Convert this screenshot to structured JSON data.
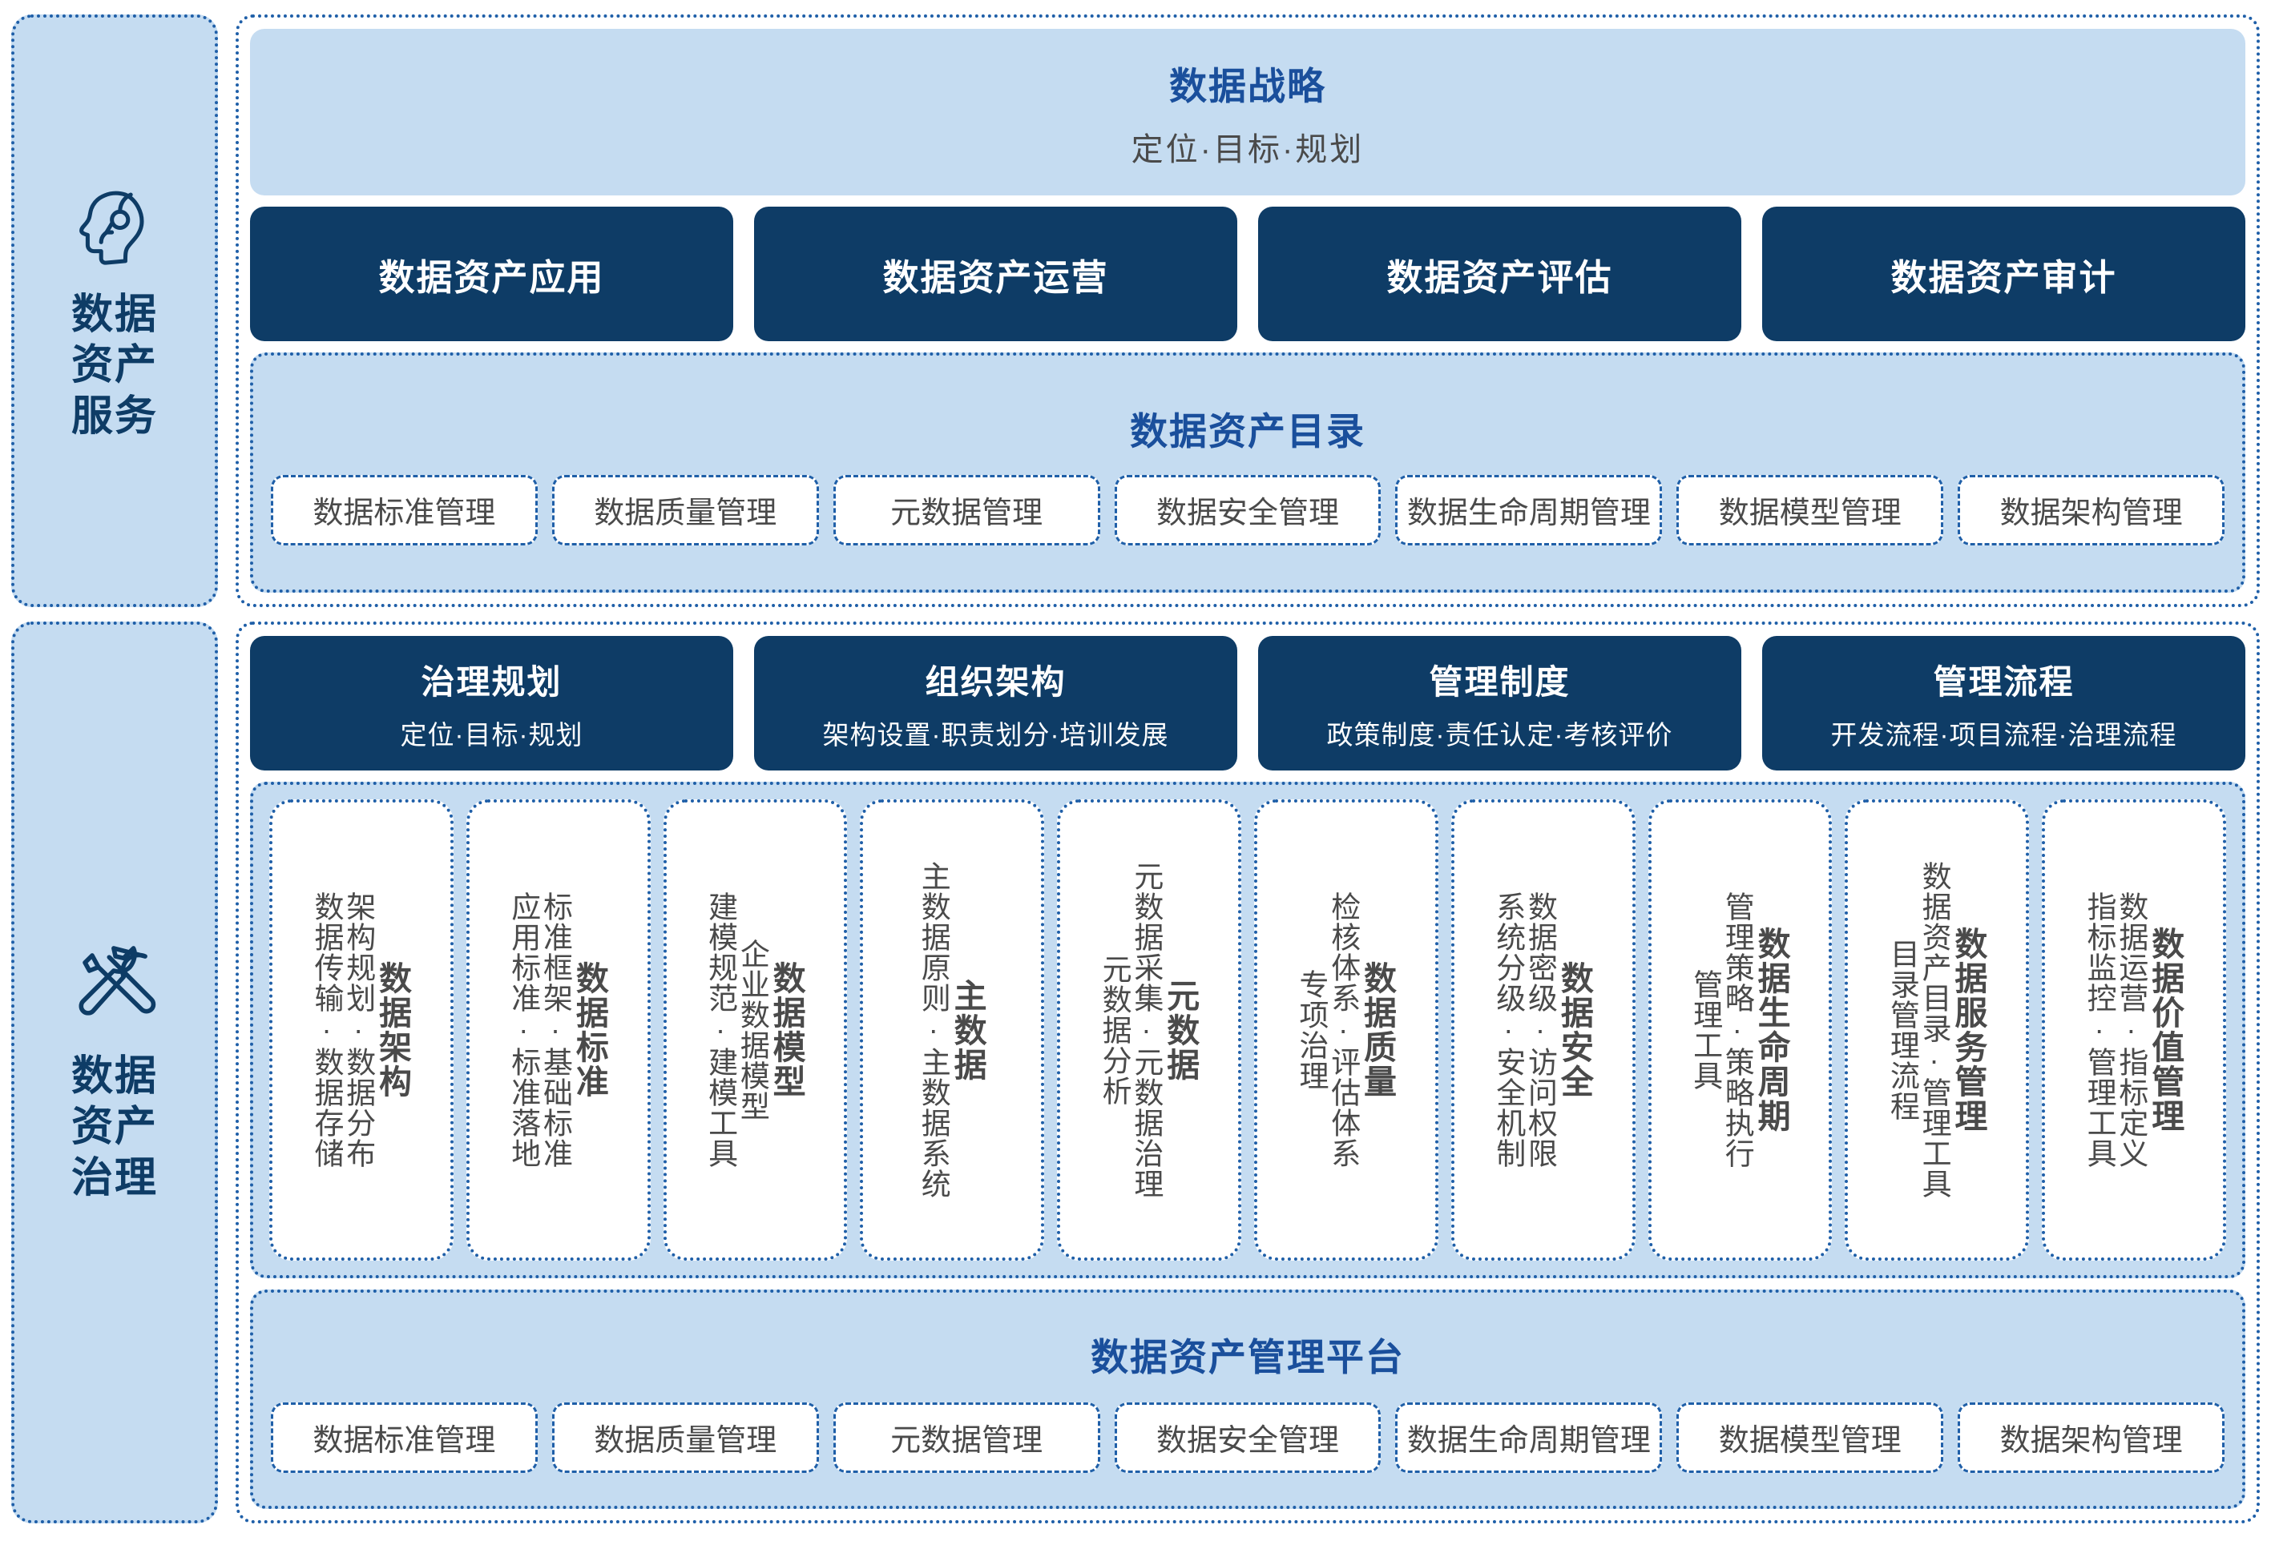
{
  "sidebar": {
    "service": {
      "icon": "head-profile-icon",
      "label": "数据\n资产\n服务"
    },
    "governance": {
      "icon": "wrench-screwdriver-icon",
      "label": "数据\n资产\n治理"
    }
  },
  "strategy": {
    "title": "数据战略",
    "subtitle": "定位·目标·规划"
  },
  "asset_service_boxes": [
    {
      "title": "数据资产应用"
    },
    {
      "title": "数据资产运营"
    },
    {
      "title": "数据资产评估"
    },
    {
      "title": "数据资产审计"
    }
  ],
  "catalog": {
    "title": "数据资产目录",
    "chips": [
      "数据标准管理",
      "数据质量管理",
      "元数据管理",
      "数据安全管理",
      "数据生命周期管理",
      "数据模型管理",
      "数据架构管理"
    ]
  },
  "governance_boxes": [
    {
      "title": "治理规划",
      "subtitle": "定位·目标·规划"
    },
    {
      "title": "组织架构",
      "subtitle": "架构设置·职责划分·培训发展"
    },
    {
      "title": "管理制度",
      "subtitle": "政策制度·责任认定·考核评价"
    },
    {
      "title": "管理流程",
      "subtitle": "开发流程·项目流程·治理流程"
    }
  ],
  "pillars": [
    {
      "title": "数据架构",
      "cols": [
        "数据传输·数据存储",
        "架构规划·数据分布"
      ]
    },
    {
      "title": "数据标准",
      "cols": [
        "应用标准·标准落地",
        "标准框架·基础标准"
      ]
    },
    {
      "title": "数据模型",
      "cols": [
        "建模规范·建模工具",
        "企业数据模型"
      ]
    },
    {
      "title": "主数据",
      "cols": [
        "主数据原则·主数据系统"
      ]
    },
    {
      "title": "元数据",
      "cols": [
        "元数据采集·元数据治理",
        "元数据分析"
      ]
    },
    {
      "title": "数据质量",
      "cols": [
        "检核体系·评估体系",
        "专项治理"
      ]
    },
    {
      "title": "数据安全",
      "cols": [
        "数据密级·访问权限",
        "系统分级·安全机制"
      ]
    },
    {
      "title": "数据生命周期",
      "cols": [
        "管理策略·策略执行",
        "管理工具"
      ]
    },
    {
      "title": "数据服务管理",
      "cols": [
        "数据资产目录·管理工具",
        "目录管理流程"
      ]
    },
    {
      "title": "数据价值管理",
      "cols": [
        "数据运营·指标定义",
        "指标监控·管理工具"
      ]
    }
  ],
  "platform": {
    "title": "数据资产管理平台",
    "chips": [
      "数据标准管理",
      "数据质量管理",
      "元数据管理",
      "数据安全管理",
      "数据生命周期管理",
      "数据模型管理",
      "数据架构管理"
    ]
  },
  "colors": {
    "navy": "#0e3c66",
    "light_blue": "#c5dcf1",
    "dash_blue": "#1f5fa8",
    "gray_text": "#4a4a4a",
    "title_blue": "#1a4f9c"
  }
}
